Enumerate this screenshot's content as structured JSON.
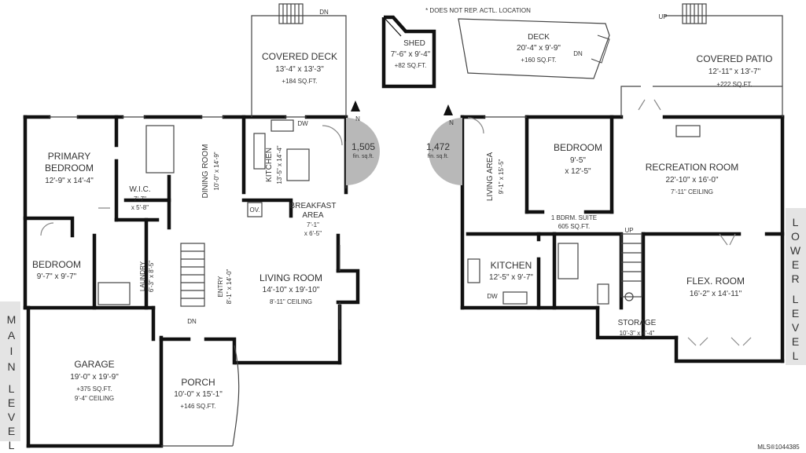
{
  "note": "* DOES NOT REP. ACTL. LOCATION",
  "mls": "MLS®1044385",
  "main_level": {
    "label_letters": [
      "M",
      "A",
      "I",
      "N",
      "L",
      "E",
      "V",
      "E",
      "L"
    ],
    "sqft_value": "1,505",
    "sqft_unit": "fin. sq.ft.",
    "north": "N",
    "rooms": {
      "covered_deck": {
        "name": "COVERED DECK",
        "dims": "13'-4\" x 13'-3\"",
        "area": "+184 SQ.FT."
      },
      "primary_bedroom": {
        "name1": "PRIMARY",
        "name2": "BEDROOM",
        "dims": "12'-9\" x 14'-4\""
      },
      "wic": {
        "name": "W.I.C.",
        "dims1": "7'-7\"",
        "dims2": "x 5'-8\""
      },
      "dining": {
        "name": "DINING ROOM",
        "dims": "10'-0\" x 14'-9\""
      },
      "kitchen": {
        "name": "KITCHEN",
        "dims": "13'-5\" x 14'-4\""
      },
      "breakfast": {
        "name1": "BREAKFAST",
        "name2": "AREA",
        "dims1": "7'-1\"",
        "dims2": "x 6'-5\""
      },
      "bedroom": {
        "name": "BEDROOM",
        "dims": "9'-7\" x 9'-7\""
      },
      "laundry": {
        "name": "LAUNDRY",
        "dims": "6'-3\" x 8'-5\""
      },
      "entry": {
        "name": "ENTRY",
        "dims": "8'-1\" x 14'-0\""
      },
      "living": {
        "name": "LIVING ROOM",
        "dims": "14'-10\" x 19'-10\"",
        "ceiling": "8'-11\" CEILING"
      },
      "garage": {
        "name": "GARAGE",
        "dims": "19'-0\" x 19'-9\"",
        "area": "+375 SQ.FT.",
        "ceiling": "9'-4\" CEILING"
      },
      "porch": {
        "name": "PORCH",
        "dims": "10'-0\" x 15'-1\"",
        "area": "+146 SQ.FT."
      }
    },
    "tags": {
      "dn_top": "DN",
      "dn_entry": "DN",
      "dw": "DW",
      "ov": "OV."
    }
  },
  "detached": {
    "shed": {
      "name": "SHED",
      "dims": "7'-6\" x 9'-4\"",
      "area": "+82 SQ.FT."
    },
    "deck": {
      "name": "DECK",
      "dims": "20'-4\" x 9'-9\"",
      "area": "+160 SQ.FT.",
      "dn": "DN"
    }
  },
  "lower_level": {
    "label_letters": [
      "L",
      "O",
      "W",
      "E",
      "R",
      "L",
      "E",
      "V",
      "E",
      "L"
    ],
    "sqft_value": "1,472",
    "sqft_unit": "fin. sq.ft.",
    "north": "N",
    "rooms": {
      "covered_patio": {
        "name": "COVERED PATIO",
        "dims": "12'-11\" x 13'-7\"",
        "area": "+222 SQ.FT.",
        "up": "UP"
      },
      "living_area": {
        "name": "LIVING AREA",
        "dims": "9'-1\" x 15'-5\""
      },
      "bedroom": {
        "name": "BEDROOM",
        "dims1": "9'-5\"",
        "dims2": "x 12'-5\""
      },
      "recreation": {
        "name": "RECREATION ROOM",
        "dims": "22'-10\" x 16'-0\"",
        "ceiling": "7'-11\" CEILING"
      },
      "suite": {
        "name": "1 BDRM. SUITE",
        "area": "605 SQ.FT."
      },
      "kitchen": {
        "name": "KITCHEN",
        "dims": "12'-5\" x 9'-7\""
      },
      "flex": {
        "name": "FLEX. ROOM",
        "dims": "16'-2\" x 14'-11\""
      },
      "storage": {
        "name": "STORAGE",
        "dims": "10'-3\" x 4'-4\""
      }
    },
    "tags": {
      "up": "UP",
      "dw": "DW"
    }
  }
}
